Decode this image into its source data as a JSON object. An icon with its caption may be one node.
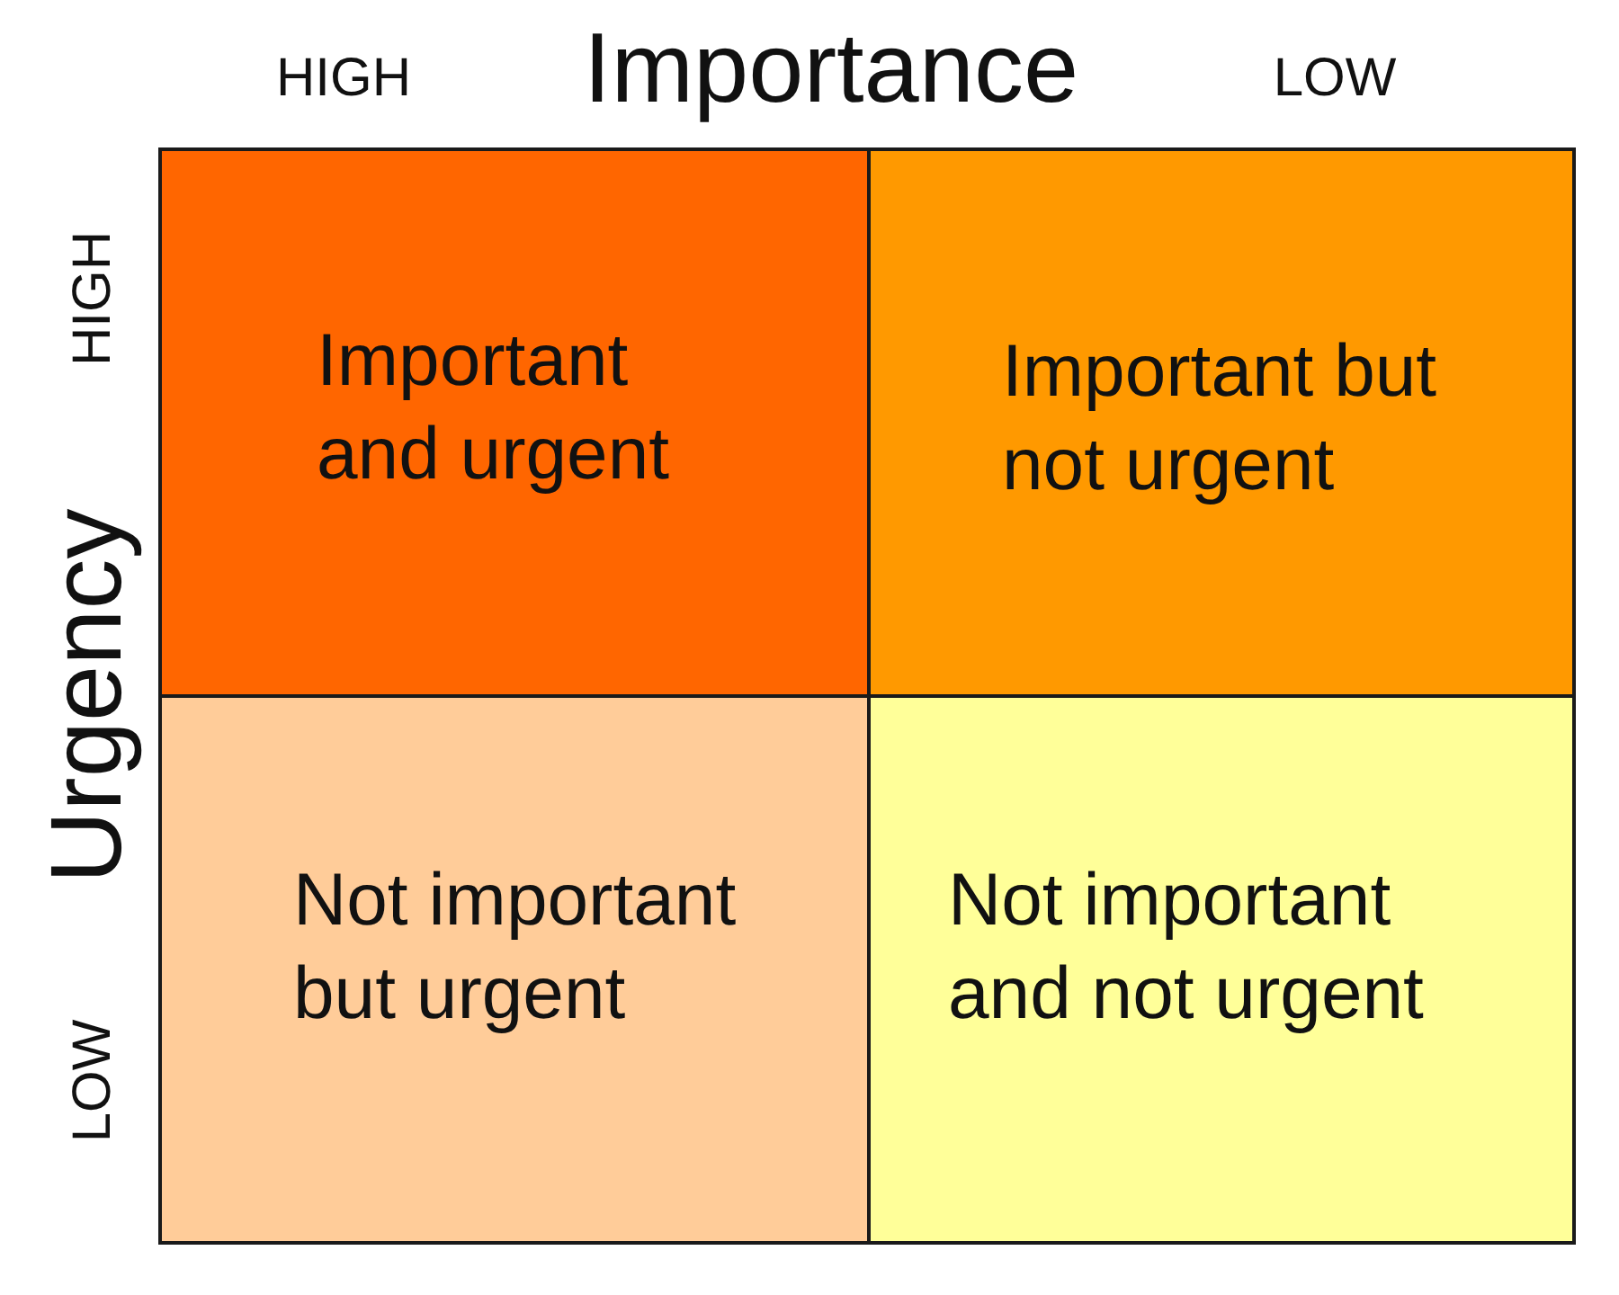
{
  "diagram": {
    "nodes": [
      {
        "text": [
          "Important and urgent"
        ]
      },
      {
        "text": [
          "Important but not urgent"
        ]
      },
      {
        "text": [
          "Not important but urgent"
        ]
      },
      {
        "text": [
          "Not important and not urgent"
        ]
      }
    ],
    "labels": [
      "HIGH",
      "Importance",
      "LOW",
      "HIGH",
      "Urgency",
      "LOW"
    ]
  }
}
